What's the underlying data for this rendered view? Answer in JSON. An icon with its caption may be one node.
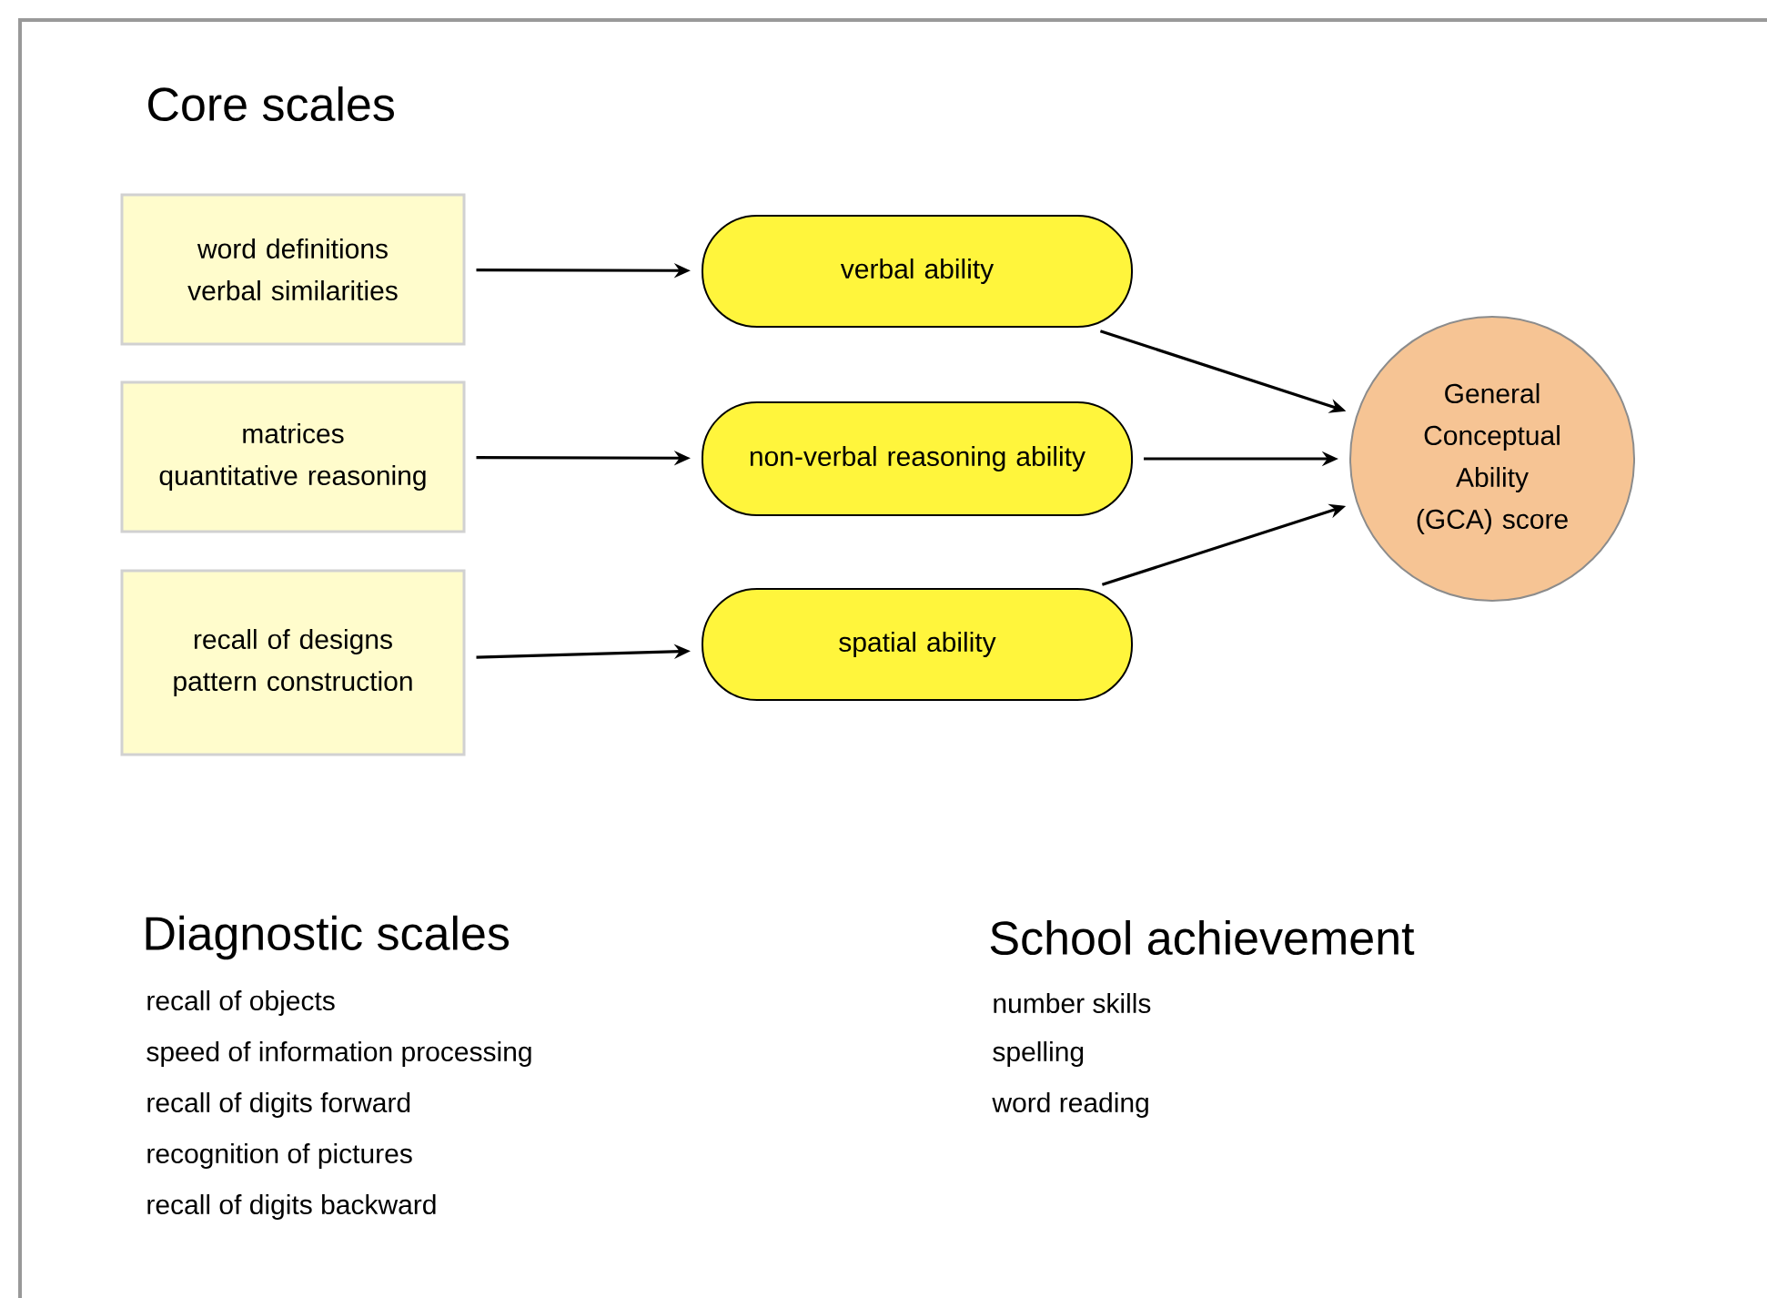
{
  "diagram": {
    "nodes": [
      {
        "text": [
          "word definitions",
          "verbal similarities"
        ]
      },
      {
        "text": [
          "matrices",
          "quantitative reasoning"
        ]
      },
      {
        "text": [
          "recall of designs",
          "pattern construction"
        ]
      },
      {
        "text": [
          "verbal ability"
        ]
      },
      {
        "text": [
          "non-verbal reasoning ability"
        ]
      },
      {
        "text": [
          "spatial ability"
        ]
      },
      {
        "text": [
          "General Conceptual Ability (GCA) score"
        ]
      }
    ],
    "edges": [
      {
        "from": 0,
        "to": 3,
        "arrow": "to"
      },
      {
        "from": 1,
        "to": 4,
        "arrow": "to"
      },
      {
        "from": 2,
        "to": 5,
        "arrow": "to"
      },
      {
        "from": 3,
        "to": 6,
        "arrow": "to"
      },
      {
        "from": 4,
        "to": 6,
        "arrow": "to"
      },
      {
        "from": 5,
        "to": 6,
        "arrow": "to"
      }
    ],
    "labels": [
      "Core scales",
      "Diagnostic scales",
      "recall of objects",
      "speed of information processing",
      "recall of digits forward",
      "recognition of pictures",
      "recall of digits backward",
      "School achievement",
      "number skills",
      "spelling",
      "word reading"
    ]
  }
}
